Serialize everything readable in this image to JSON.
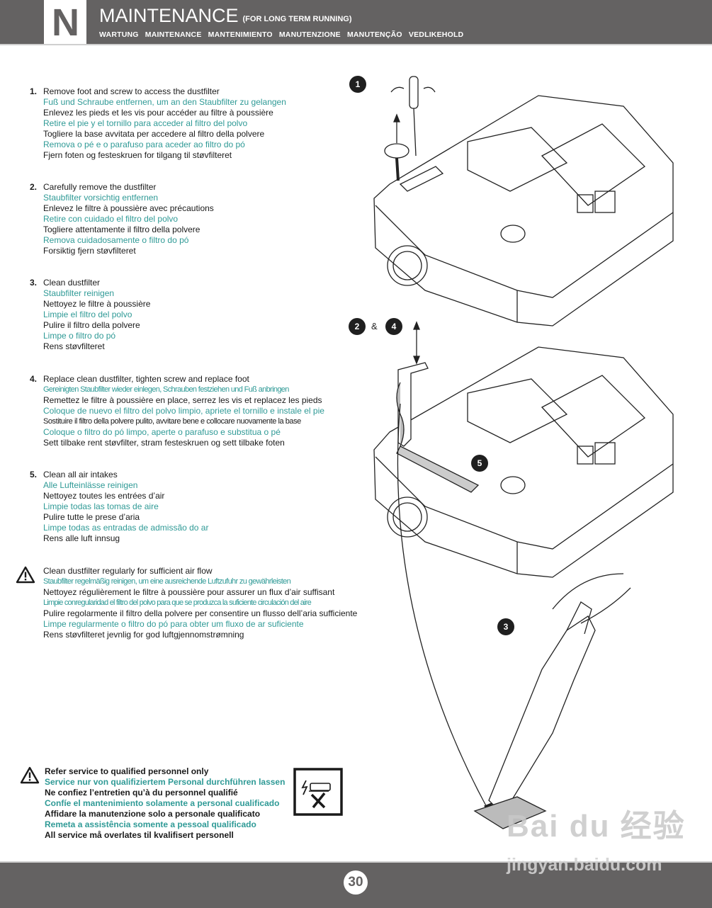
{
  "header": {
    "section_letter": "N",
    "title": "MAINTENANCE",
    "title_suffix": "(FOR LONG TERM RUNNING)",
    "subtitle": "WARTUNG  MAINTENANCE  MANTENIMIENTO  MANUTENZIONE  MANUTENÇÃO  VEDLIKEHOLD"
  },
  "steps": [
    {
      "number": "1.",
      "lines": [
        "Remove foot and screw to access the dustfilter",
        "Fuß und Schraube entfernen, um an den Staubfilter zu gelangen",
        "Enlevez les pieds et les vis pour accéder au filtre à poussière",
        "Retire el pie y el tornillo para acceder al filtro del polvo",
        "Togliere la base avvitata per accedere al filtro della polvere",
        "Remova o pé e o parafuso para aceder ao filtro do pó",
        "Fjern foten og festeskruen for tilgang til støvfilteret"
      ]
    },
    {
      "number": "2.",
      "lines": [
        "Carefully remove the dustfilter",
        "Staubfilter vorsichtig entfernen",
        "Enlevez le filtre à poussière avec précautions",
        "Retire con cuidado el filtro del polvo",
        "Togliere attentamente il filtro della polvere",
        "Remova cuidadosamente o filtro do pó",
        "Forsiktig fjern støvfilteret"
      ]
    },
    {
      "number": "3.",
      "lines": [
        "Clean dustfilter",
        "Staubfilter reinigen",
        "Nettoyez le filtre à poussière",
        "Limpie el filtro del polvo",
        "Pulire il filtro della polvere",
        "Limpe o filtro do pó",
        "Rens støvfilteret"
      ]
    },
    {
      "number": "4.",
      "lines": [
        "Replace clean dustfilter, tighten screw and replace foot",
        "Gereinigten Staubfilter wieder einlegen, Schrauben festziehen und Fuß anbringen",
        "Remettez le filtre à poussière en place, serrez les vis et replacez les pieds",
        "Coloque de nuevo el filtro del polvo limpio, apriete el tornillo e instale el pie",
        "Sostituire il filtro della polvere pulito, avvitare bene e collocare nuovamente la base",
        "Coloque o filtro do pó limpo, aperte o parafuso e substitua o pé",
        "Sett tilbake rent støvfilter, stram festeskruen og sett tilbake foten"
      ]
    },
    {
      "number": "5.",
      "lines": [
        "Clean all air intakes",
        "Alle Lufteinlässe reinigen",
        "Nettoyez toutes les entrées d’air",
        "Limpie todas las tomas de aire",
        "Pulire tutte le prese d’aria",
        "Limpe todas as entradas de admissão do ar",
        "Rens alle luft innsug"
      ]
    }
  ],
  "warning": {
    "icon": "warning-triangle-icon",
    "lines": [
      "Clean dustfilter regularly for sufficient air flow",
      "Staubfilter regelmäßig reinigen, um eine ausreichende Luftzufuhr zu gewährleisten",
      "Nettoyez régulièrement le filtre à poussière pour assurer un flux d’air suffisant",
      "Limpie conregularidad el filtro del polvo para que se produzca la suficiente circulación del aire",
      "Pulire regolarmente il filtro della polvere per consentire un flusso dell’aria sufficiente",
      "Limpe regularmente o filtro do pó para obter um fluxo de ar suficiente",
      "Rens støvfilteret jevnlig for god luftgjennomstrømning"
    ]
  },
  "service_notice": {
    "icon": "warning-triangle-icon",
    "symbol": "no-user-service-icon",
    "lines": [
      "Refer service to qualified personnel only",
      "Service nur von qualifiziertem Personal durchführen lassen",
      "Ne confiez l’entretien qu’à du personnel qualifié",
      "Confíe el mantenimiento solamente a personal cualificado",
      "Affidare la manutenzione solo a personale qualificato",
      "Remeta a assistência somente a pessoal qualificado",
      "All service må overlates til kvalifisert personell"
    ]
  },
  "illustration": {
    "badges": [
      "1",
      "2",
      "4",
      "5",
      "3"
    ],
    "ampersand": "&"
  },
  "footer": {
    "page_number": "30"
  },
  "watermark": {
    "logo_text": "Bai du 经验",
    "url": "jingyan.baidu.com"
  },
  "colors": {
    "bar_gray": "#646262",
    "teal_text": "#2f9a96",
    "badge_black": "#1f1f1f"
  }
}
